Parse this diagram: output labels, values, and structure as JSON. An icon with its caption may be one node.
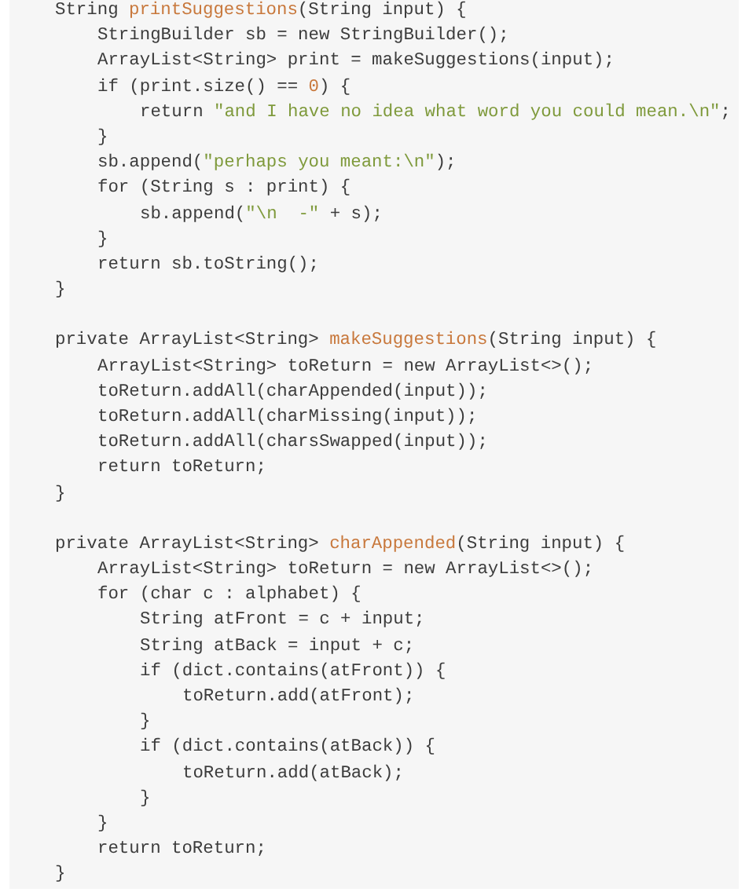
{
  "diagram": {
    "labels": [
      "String printSuggestions(String input) {",
      "StringBuilder sb = new StringBuilder();",
      "ArrayList<String> print = makeSuggestions(input);",
      "if (print.size() == 0) {",
      "return \"and I have no idea what word you could mean.\\n\";",
      "}",
      "sb.append(\"perhaps you meant:\\n\");",
      "for (String s : print) {",
      "sb.append(\"\\n  -\" + s);",
      "}",
      "return sb.toString();",
      "}",
      "private ArrayList<String> makeSuggestions(String input) {",
      "ArrayList<String> toReturn = new ArrayList<>();",
      "toReturn.addAll(charAppended(input));",
      "toReturn.addAll(charMissing(input));",
      "toReturn.addAll(charsSwapped(input));",
      "return toReturn;",
      "}",
      "private ArrayList<String> charAppended(String input) {",
      "ArrayList<String> toReturn = new ArrayList<>();",
      "for (char c : alphabet) {",
      "String atFront = c + input;",
      "String atBack = input + c;",
      "if (dict.contains(atFront)) {",
      "toReturn.add(atFront);",
      "}",
      "if (dict.contains(atBack)) {",
      "toReturn.add(atBack);",
      "}",
      "}",
      "return toReturn;",
      "}"
    ]
  }
}
